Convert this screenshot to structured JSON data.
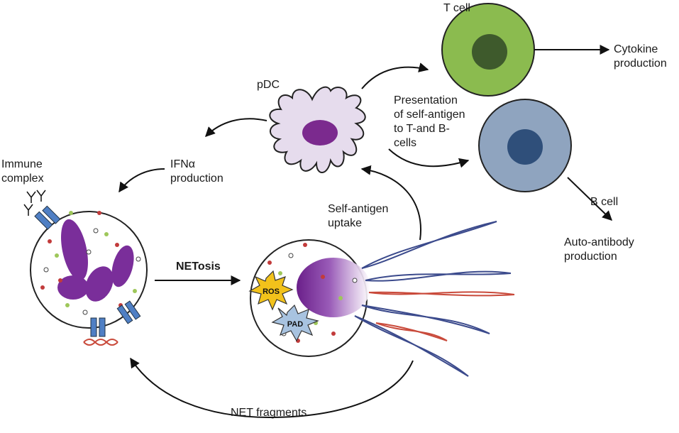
{
  "labels": {
    "t_cell": "T cell",
    "b_cell": "B cell",
    "pdc": "pDC",
    "cytokine": "Cytokine\nproduction",
    "presentation": "Presentation\nof self-antigen\nto T-and B-\ncells",
    "ifn": "IFNα\nproduction",
    "immune_complex": "Immune\ncomplex",
    "netosis": "NETosis",
    "self_antigen_uptake": "Self-antigen\nuptake",
    "auto_antibody": "Auto-antibody\nproduction",
    "net_fragments": "NET fragments",
    "ros": "ROS",
    "pad": "PAD"
  },
  "colors": {
    "t_cell": "#8bbb4f",
    "t_nucleus": "#3e5a2c",
    "b_cell": "#8fa4bf",
    "b_nucleus": "#2f4f7a",
    "pdc_body": "#e6dced",
    "pdc_nucleus": "#7b2a8e",
    "neutrophil_nucleus": "#7a2e9a",
    "receptor": "#4f7fc4",
    "ros": "#f2c21b",
    "pad": "#a8c3e0",
    "dna_blue": "#3b4a8c",
    "dna_red": "#c94a3b"
  }
}
